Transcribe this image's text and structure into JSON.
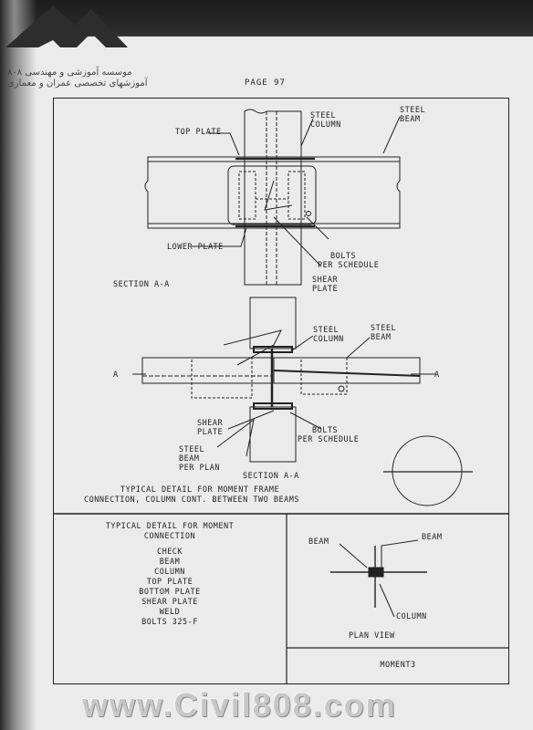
{
  "header": {
    "logo_line1": "موسسه آموزشی و مهندسی ۸۰۸",
    "logo_line2": "آموزشهای تخصصی عمران و معماری",
    "page_number": "PAGE 97"
  },
  "section_top": {
    "label_top_plate": "TOP PLATE",
    "label_steel_column": [
      "STEEL",
      "COLUMN"
    ],
    "label_steel_beam": [
      "STEEL",
      "BEAM"
    ],
    "label_lower_plate": "LOWER PLATE",
    "label_bolts": [
      "BOLTS",
      "PER SCHEDULE"
    ],
    "label_shear_plate": [
      "SHEAR",
      "PLATE"
    ],
    "section_title": "SECTION A-A"
  },
  "section_mid": {
    "label_steel_column": [
      "STEEL",
      "COLUMN"
    ],
    "label_steel_beam": [
      "STEEL",
      "BEAM"
    ],
    "label_a_left": "A",
    "label_a_right": "A",
    "label_shear_plate": [
      "SHEAR",
      "PLATE"
    ],
    "label_bolts": [
      "BOLTS",
      "PER SCHEDULE"
    ],
    "label_steel_beam_plan": [
      "STEEL",
      "BEAM",
      "PER PLAN"
    ],
    "section_title": "SECTION A-A"
  },
  "caption": [
    "TYPICAL DETAIL FOR MOMENT FRAME",
    "CONNECTION, COLUMN CONT. BETWEEN TWO BEAMS"
  ],
  "notes": {
    "title": [
      "TYPICAL DETAIL FOR MOMENT",
      "CONNECTION"
    ],
    "items": [
      "CHECK",
      "BEAM",
      "COLUMN",
      "TOP PLATE",
      "BOTTOM PLATE",
      "SHEAR PLATE",
      "WELD",
      "BOLTS 325-F"
    ]
  },
  "plan_view": {
    "label_beam_left": "BEAM",
    "label_beam_right": "BEAM",
    "label_column": "COLUMN",
    "title": "PLAN VIEW"
  },
  "title_block": {
    "name": "MOMENT3"
  },
  "watermark": "www.Civil808.com"
}
